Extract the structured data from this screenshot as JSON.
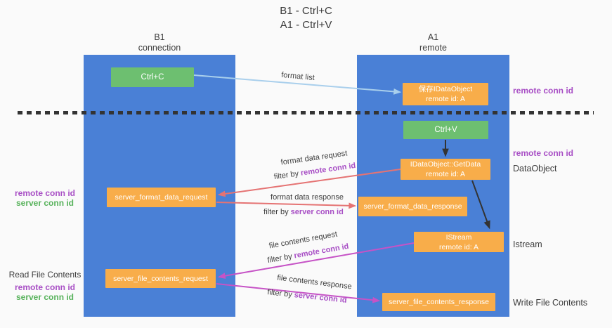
{
  "title": {
    "line1": "B1 - Ctrl+C",
    "line2": "A1 - Ctrl+V"
  },
  "columns": {
    "left": {
      "header_line1": "B1",
      "header_line2": "connection"
    },
    "right": {
      "header_line1": "A1",
      "header_line2": "remote"
    }
  },
  "boxes": {
    "ctrl_c": "Ctrl+C",
    "ctrl_v": "Ctrl+V",
    "save_dataobject": {
      "line1": "保存IDataObject",
      "line2": "remote id: A"
    },
    "getdata": {
      "line1": "IDataObject::GetData",
      "line2": "remote id: A"
    },
    "istream": {
      "line1": "IStream",
      "line2": "remote id: A"
    },
    "server_format_data_request": "server_format_data_request",
    "server_format_data_response": "server_format_data_response",
    "server_file_contents_request": "server_file_contents_request",
    "server_file_contents_response": "server_file_contents_response"
  },
  "arrow_labels": {
    "format_list": "format list",
    "format_data_request": "format data request",
    "format_data_response": "format data response",
    "file_contents_request": "file contents request",
    "file_contents_response": "file contents response",
    "filter_by": "filter by",
    "remote_conn_id": "remote conn id",
    "server_conn_id": "server conn id"
  },
  "side_labels": {
    "left_remote_conn_id": "remote conn id",
    "left_server_conn_id": "server conn id",
    "read_file_contents": "Read File Contents",
    "right_remote_conn_id_1": "remote conn id",
    "right_remote_conn_id_2": "remote conn id",
    "dataobject": "DataObject",
    "istream": "Istream",
    "write_file_contents": "Write File Contents"
  },
  "colors": {
    "background": "#fafafa",
    "column_blue": "#4a80d6",
    "box_green": "#6dbf70",
    "box_orange": "#f8ad4a",
    "conn_id_purple": "#a84fc5",
    "conn_id_green": "#57b25b",
    "arrow_light_blue": "#a9cfec",
    "arrow_red": "#e57373",
    "arrow_magenta": "#c653c6",
    "arrow_black": "#333333",
    "separator_black": "#333333",
    "text_dark": "#3d3d3d"
  }
}
